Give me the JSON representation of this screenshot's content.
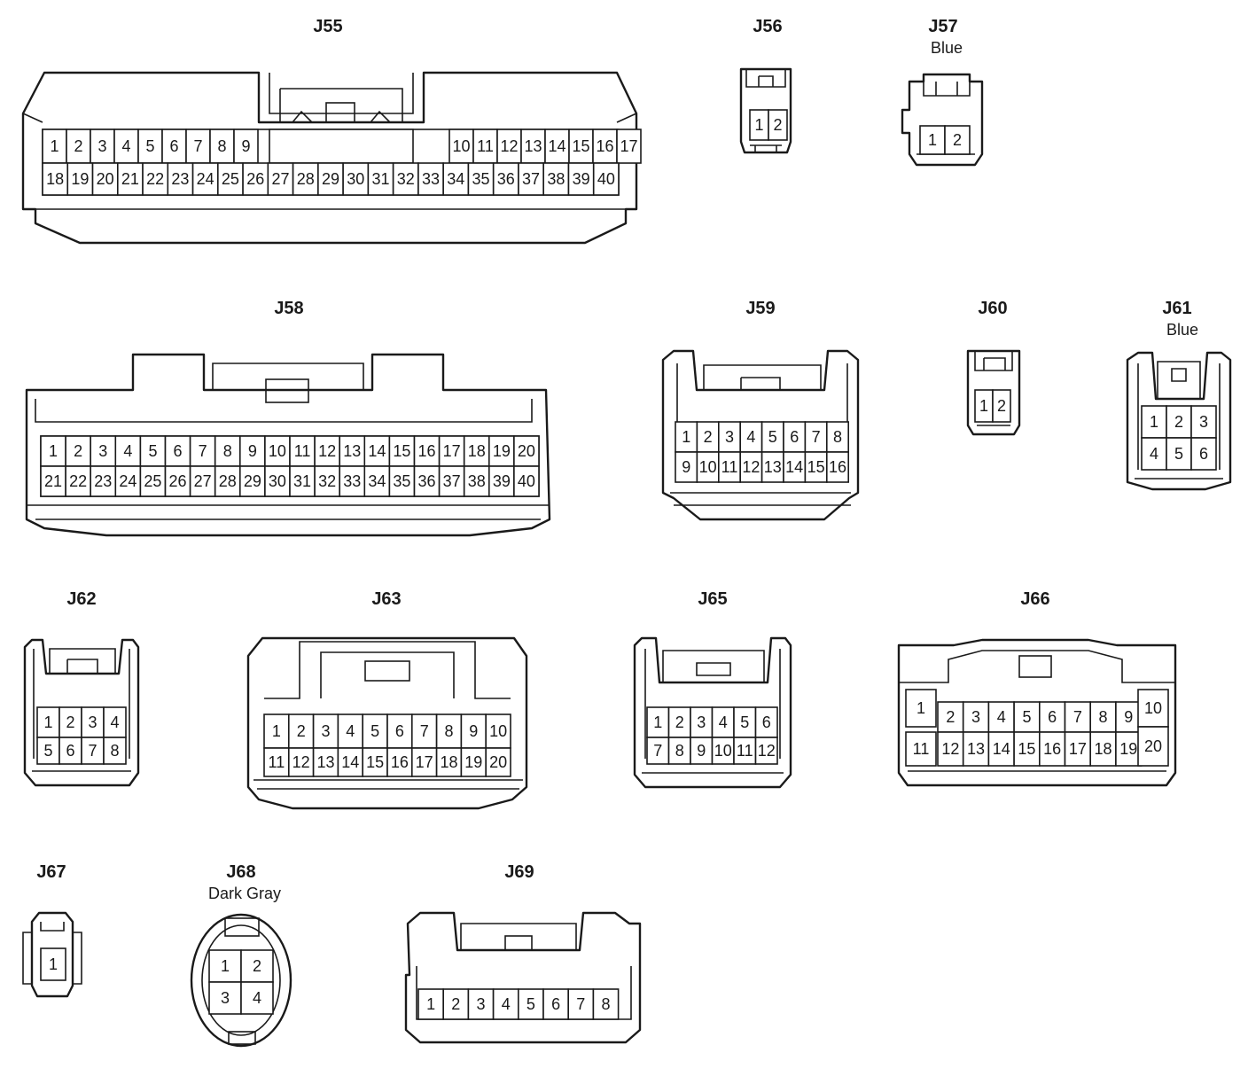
{
  "connectors": [
    {
      "id": "J55",
      "title": "J55",
      "color": "",
      "rows": [
        [
          "1",
          "2",
          "3",
          "4",
          "5",
          "6",
          "7",
          "8",
          "9",
          "",
          "",
          "",
          "",
          "",
          "",
          "",
          "",
          "10",
          "11",
          "12",
          "13",
          "14",
          "15",
          "16",
          "17"
        ],
        [
          "18",
          "19",
          "20",
          "21",
          "22",
          "23",
          "24",
          "25",
          "26",
          "27",
          "28",
          "29",
          "30",
          "31",
          "32",
          "33",
          "34",
          "35",
          "36",
          "37",
          "38",
          "39",
          "40"
        ]
      ]
    },
    {
      "id": "J56",
      "title": "J56",
      "color": "",
      "rows": [
        [
          "1",
          "2"
        ]
      ]
    },
    {
      "id": "J57",
      "title": "J57",
      "color": "Blue",
      "rows": [
        [
          "1",
          "2"
        ]
      ]
    },
    {
      "id": "J58",
      "title": "J58",
      "color": "",
      "rows": [
        [
          "1",
          "2",
          "3",
          "4",
          "5",
          "6",
          "7",
          "8",
          "9",
          "10",
          "11",
          "12",
          "13",
          "14",
          "15",
          "16",
          "17",
          "18",
          "19",
          "20"
        ],
        [
          "21",
          "22",
          "23",
          "24",
          "25",
          "26",
          "27",
          "28",
          "29",
          "30",
          "31",
          "32",
          "33",
          "34",
          "35",
          "36",
          "37",
          "38",
          "39",
          "40"
        ]
      ]
    },
    {
      "id": "J59",
      "title": "J59",
      "color": "",
      "rows": [
        [
          "1",
          "2",
          "3",
          "4",
          "5",
          "6",
          "7",
          "8"
        ],
        [
          "9",
          "10",
          "11",
          "12",
          "13",
          "14",
          "15",
          "16"
        ]
      ]
    },
    {
      "id": "J60",
      "title": "J60",
      "color": "",
      "rows": [
        [
          "1",
          "2"
        ]
      ]
    },
    {
      "id": "J61",
      "title": "J61",
      "color": "Blue",
      "rows": [
        [
          "1",
          "2",
          "3"
        ],
        [
          "4",
          "5",
          "6"
        ]
      ]
    },
    {
      "id": "J62",
      "title": "J62",
      "color": "",
      "rows": [
        [
          "1",
          "2",
          "3",
          "4"
        ],
        [
          "5",
          "6",
          "7",
          "8"
        ]
      ]
    },
    {
      "id": "J63",
      "title": "J63",
      "color": "",
      "rows": [
        [
          "1",
          "2",
          "3",
          "4",
          "5",
          "6",
          "7",
          "8",
          "9",
          "10"
        ],
        [
          "11",
          "12",
          "13",
          "14",
          "15",
          "16",
          "17",
          "18",
          "19",
          "20"
        ]
      ]
    },
    {
      "id": "J65",
      "title": "J65",
      "color": "",
      "rows": [
        [
          "1",
          "2",
          "3",
          "4",
          "5",
          "6"
        ],
        [
          "7",
          "8",
          "9",
          "10",
          "11",
          "12"
        ]
      ]
    },
    {
      "id": "J66",
      "title": "J66",
      "color": "",
      "rows": [
        [
          "1",
          "2",
          "3",
          "4",
          "5",
          "6",
          "7",
          "8",
          "9",
          "10"
        ],
        [
          "11",
          "12",
          "13",
          "14",
          "15",
          "16",
          "17",
          "18",
          "19",
          "20"
        ]
      ]
    },
    {
      "id": "J67",
      "title": "J67",
      "color": "",
      "rows": [
        [
          "1"
        ]
      ]
    },
    {
      "id": "J68",
      "title": "J68",
      "color": "Dark Gray",
      "rows": [
        [
          "1",
          "2"
        ],
        [
          "3",
          "4"
        ]
      ]
    },
    {
      "id": "J69",
      "title": "J69",
      "color": "",
      "rows": [
        [
          "1",
          "2",
          "3",
          "4",
          "5",
          "6",
          "7",
          "8"
        ]
      ]
    }
  ]
}
